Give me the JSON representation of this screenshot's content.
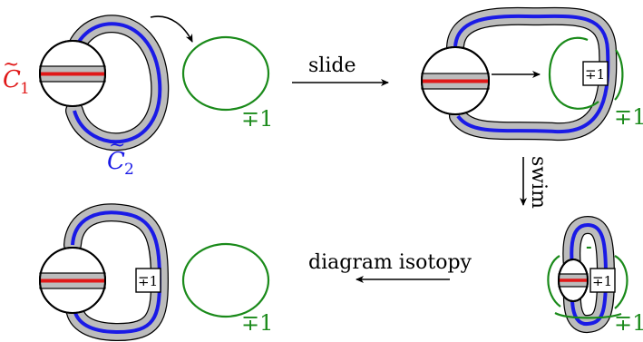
{
  "labels": {
    "c1": "C",
    "c1_sub": "1",
    "c2": "C",
    "c2_sub": "2",
    "tilde": "~",
    "slide": "slide",
    "swim": "swim",
    "isotopy": "diagram isotopy",
    "framing": "∓1",
    "box": "∓1",
    "dash": "-"
  },
  "colors": {
    "band_fill": "#b8b8b8",
    "curve_c1": "#e01818",
    "curve_c2": "#1a1ae6",
    "unknot": "#1a8a1a",
    "outline": "#000000"
  }
}
